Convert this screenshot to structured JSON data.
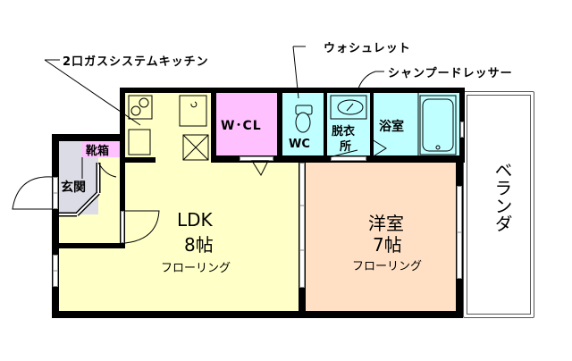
{
  "callouts": {
    "kitchen": "2口ガスシステムキッチン",
    "toilet": "ウォシュレット",
    "dresser": "シャンプードレッサー"
  },
  "rooms": {
    "wcl": {
      "label": "W･CL",
      "color": "#ffc0ff"
    },
    "wc": {
      "label": "WC",
      "color": "#c0ffff"
    },
    "dressing": {
      "label_line1": "脱衣",
      "label_line2": "所",
      "color": "#c0ffff"
    },
    "bath": {
      "label": "浴室",
      "color": "#c0ffff"
    },
    "shoebox": {
      "label": "靴箱",
      "color": "#ffc0ff"
    },
    "entrance": {
      "label": "玄関",
      "color": "#dcdce6"
    },
    "ldk": {
      "name": "LDK",
      "size": "8帖",
      "floor": "フローリング",
      "color": "#ffffc8"
    },
    "western": {
      "name": "洋室",
      "size": "7帖",
      "floor": "フローリング",
      "color": "#ffe0c4"
    },
    "balcony": {
      "label": "ベランダ",
      "color": "#ffffff"
    }
  },
  "colors": {
    "wall": "#000000",
    "kitchen_fixture": "#ffffc8"
  }
}
